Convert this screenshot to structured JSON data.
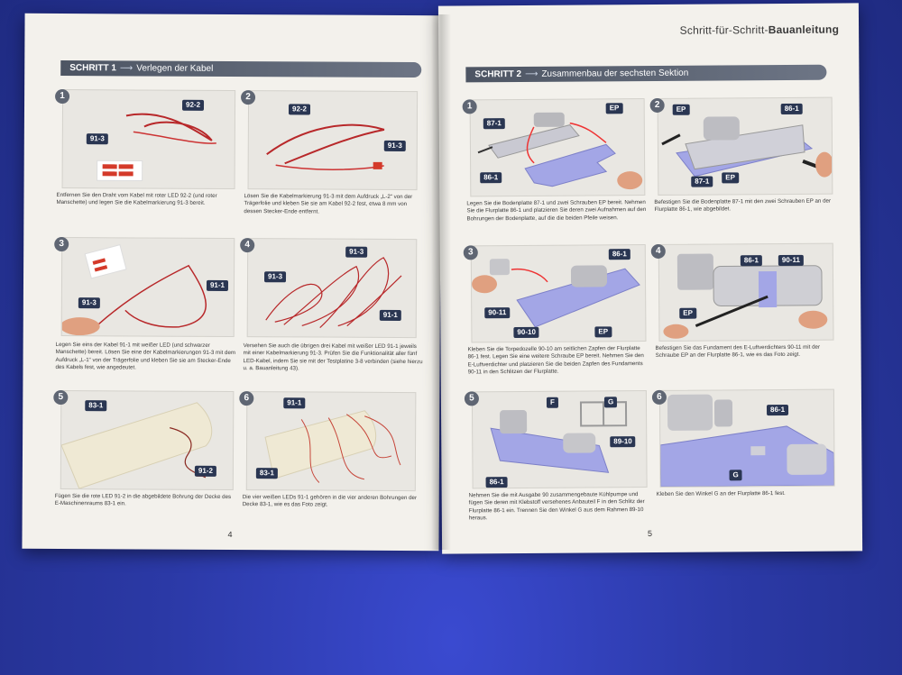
{
  "header": {
    "title_prefix": "Schritt-für-Schritt-",
    "title_bold": "Bauanleitung"
  },
  "left_page": {
    "section": {
      "step": "SCHRITT 1",
      "title": "Verlegen der Kabel"
    },
    "page_number": "4",
    "panels": [
      {
        "num": "1",
        "tags": [
          "92-2",
          "91-3"
        ],
        "caption": "Entfernen Sie den Draht vom Kabel mit roter LED 92-2 (und roter Manschette) und legen Sie die Kabelmarkierung 91-3 bereit."
      },
      {
        "num": "2",
        "tags": [
          "92-2",
          "91-3"
        ],
        "caption": "Lösen Sie die Kabelmarkierung 91-3 mit dem Aufdruck „L-2“ von der Trägerfolie und kleben Sie sie am Kabel 92-2 fest, etwa 8 mm von dessen Stecker-Ende entfernt."
      },
      {
        "num": "3",
        "tags": [
          "91-1",
          "91-3"
        ],
        "caption": "Legen Sie eins der Kabel 91-1 mit weißer LED (und schwarzer Manschette) bereit. Lösen Sie eine der Kabelmarkierungen 91-3 mit dem Aufdruck „L-1“ von der Trägerfolie und kleben Sie sie am Stecker-Ende des Kabels fest, wie angedeutet."
      },
      {
        "num": "4",
        "tags": [
          "91-3",
          "91-3",
          "91-1"
        ],
        "caption": "Versehen Sie auch die übrigen drei Kabel mit weißer LED 91-1 jeweils mit einer Kabelmarkierung 91-3. Prüfen Sie die Funktionalität aller fünf LED-Kabel, indem Sie sie mit der Testplatine 3-8 verbinden (siehe hierzu u. a. Bauanleitung 43)."
      },
      {
        "num": "5",
        "tags": [
          "83-1",
          "91-2"
        ],
        "caption": "Fügen Sie die rote LED 91-2 in die abgebildete Bohrung der Decke des E-Maschinenraums 83-1 ein."
      },
      {
        "num": "6",
        "tags": [
          "91-1",
          "83-1"
        ],
        "caption": "Die vier weißen LEDs 91-1 gehören in die vier anderen Bohrungen der Decke 83-1, wie es das Foto zeigt."
      }
    ]
  },
  "right_page": {
    "section": {
      "step": "SCHRITT 2",
      "title": "Zusammenbau der sechsten Sektion"
    },
    "page_number": "5",
    "panels": [
      {
        "num": "1",
        "tags": [
          "EP",
          "87-1",
          "86-1"
        ],
        "caption": "Legen Sie die Bodenplatte 87-1 und zwei Schrauben EP bereit. Nehmen Sie die Flurplatte 86-1 und platzieren Sie deren zwei Aufnahmen auf den Bohrungen der Bodenplatte, auf die die beiden Pfeile weisen."
      },
      {
        "num": "2",
        "tags": [
          "EP",
          "86-1",
          "87-1",
          "EP"
        ],
        "caption": "Befestigen Sie die Bodenplatte 87-1 mit den zwei Schrauben EP an der Flurplatte 86-1, wie abgebildet."
      },
      {
        "num": "3",
        "tags": [
          "86-1",
          "90-11",
          "90-10",
          "EP"
        ],
        "caption": "Kleben Sie die Torpedozelle 90-10 am seitlichen Zapfen der Flurplatte 86-1 fest. Legen Sie eine weitere Schraube EP bereit. Nehmen Sie den E-Luftverdichter und platzieren Sie die beiden Zapfen des Fundaments 90-11 in den Schlitzen der Flurplatte."
      },
      {
        "num": "4",
        "tags": [
          "86-1",
          "90-11",
          "EP"
        ],
        "caption": "Befestigen Sie das Fundament des E-Luftverdichters 90-11 mit der Schraube EP an der Flurplatte 86-1, wie es das Foto zeigt."
      },
      {
        "num": "5",
        "tags": [
          "F",
          "G",
          "89-10",
          "86-1"
        ],
        "caption": "Nehmen Sie die mit Ausgabe 90 zusammengebaute Kühlpumpe und fügen Sie deren mit Klebstoff versehenes Anbauteil F in den Schlitz der Flurplatte 86-1 ein. Trennen Sie den Winkel G aus dem Rahmen 89-10 heraus."
      },
      {
        "num": "6",
        "tags": [
          "86-1",
          "G"
        ],
        "caption": "Kleben Sie den Winkel G an der Flurplatte 86-1 fest."
      }
    ]
  }
}
